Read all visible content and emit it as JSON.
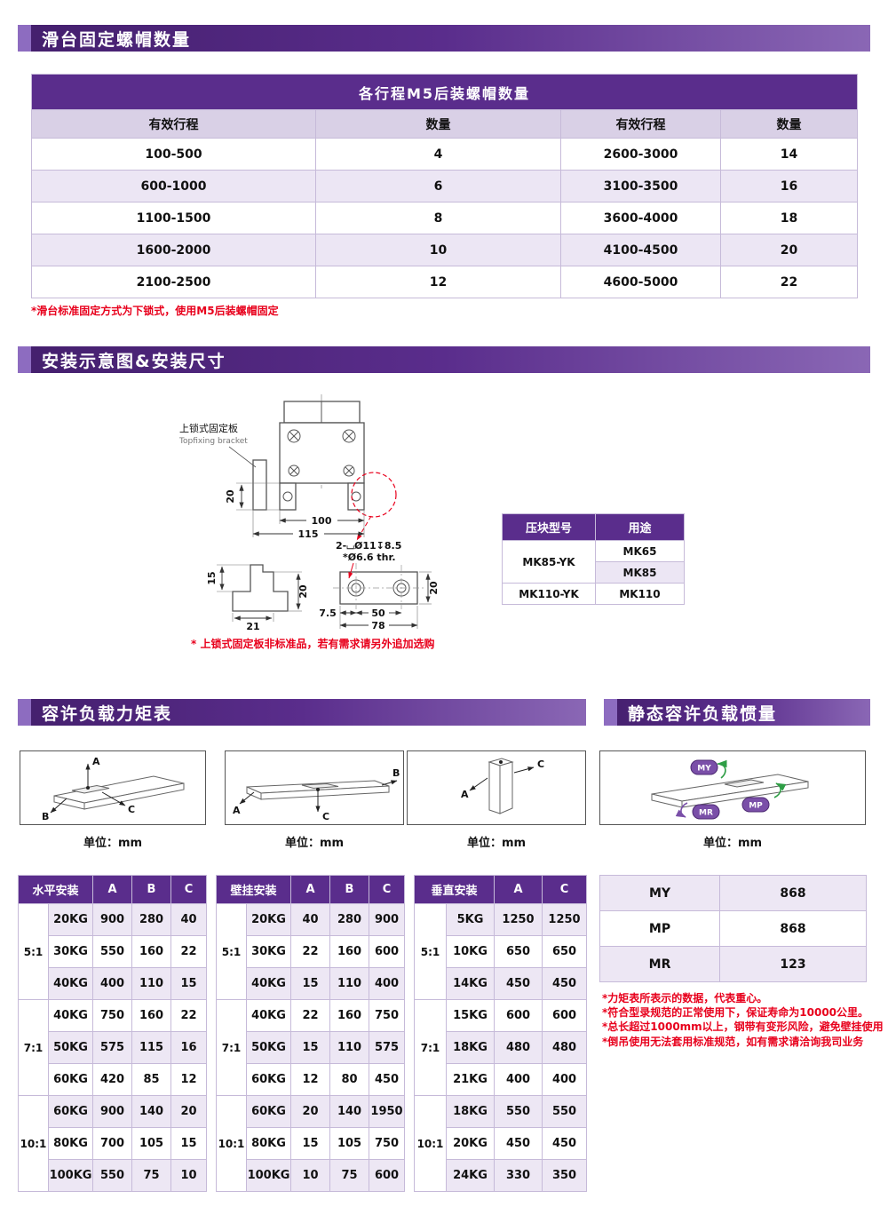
{
  "sections": {
    "nut_title": "滑台固定螺帽数量",
    "install_title": "安装示意图&安装尺寸",
    "moment_title": "容许负载力矩表",
    "inertia_title": "静态容许负载惯量"
  },
  "nut_table": {
    "title": "各行程M5后装螺帽数量",
    "columns": [
      "有效行程",
      "数量",
      "有效行程",
      "数量"
    ],
    "rows": [
      [
        "100-500",
        "4",
        "2600-3000",
        "14"
      ],
      [
        "600-1000",
        "6",
        "3100-3500",
        "16"
      ],
      [
        "1100-1500",
        "8",
        "3600-4000",
        "18"
      ],
      [
        "1600-2000",
        "10",
        "4100-4500",
        "20"
      ],
      [
        "2100-2500",
        "12",
        "4600-5000",
        "22"
      ]
    ],
    "note": "*滑台标准固定方式为下锁式，使用M5后装螺帽固定"
  },
  "install": {
    "bracket_label_cn": "上锁式固定板",
    "bracket_label_en": "Topfixing bracket",
    "dims": {
      "bracket_height": "20",
      "body_width": "100",
      "overall_width": "115",
      "lip_height": "15",
      "hook_height": "20",
      "hook_width": "21",
      "hole_offset": "7.5",
      "hole_pitch": "50",
      "plate_length": "78",
      "plate_width": "20",
      "counterbore": "2-⌴Ø11↧8.5",
      "through_hole": "*Ø6.6 thr."
    },
    "note": "* 上锁式固定板非标准品，若有需求请另外追加选购",
    "block_table": {
      "columns": [
        "压块型号",
        "用途"
      ],
      "rows": [
        {
          "model": "MK85-YK",
          "uses": [
            "MK65",
            "MK85"
          ]
        },
        {
          "model": "MK110-YK",
          "uses": [
            "MK110"
          ]
        }
      ]
    }
  },
  "load_section": {
    "unit_label": "单位：mm",
    "axis_labels": {
      "a": "A",
      "b": "B",
      "c": "C"
    },
    "moment_labels": [
      "MY",
      "MP",
      "MR"
    ],
    "tables": [
      {
        "header": [
          "水平安装",
          "A",
          "B",
          "C"
        ],
        "groups": [
          {
            "ratio": "5:1",
            "rows": [
              [
                "20KG",
                "900",
                "280",
                "40"
              ],
              [
                "30KG",
                "550",
                "160",
                "22"
              ],
              [
                "40KG",
                "400",
                "110",
                "15"
              ]
            ]
          },
          {
            "ratio": "7:1",
            "rows": [
              [
                "40KG",
                "750",
                "160",
                "22"
              ],
              [
                "50KG",
                "575",
                "115",
                "16"
              ],
              [
                "60KG",
                "420",
                "85",
                "12"
              ]
            ]
          },
          {
            "ratio": "10:1",
            "rows": [
              [
                "60KG",
                "900",
                "140",
                "20"
              ],
              [
                "80KG",
                "700",
                "105",
                "15"
              ],
              [
                "100KG",
                "550",
                "75",
                "10"
              ]
            ]
          }
        ]
      },
      {
        "header": [
          "壁挂安装",
          "A",
          "B",
          "C"
        ],
        "groups": [
          {
            "ratio": "5:1",
            "rows": [
              [
                "20KG",
                "40",
                "280",
                "900"
              ],
              [
                "30KG",
                "22",
                "160",
                "600"
              ],
              [
                "40KG",
                "15",
                "110",
                "400"
              ]
            ]
          },
          {
            "ratio": "7:1",
            "rows": [
              [
                "40KG",
                "22",
                "160",
                "750"
              ],
              [
                "50KG",
                "15",
                "110",
                "575"
              ],
              [
                "60KG",
                "12",
                "80",
                "450"
              ]
            ]
          },
          {
            "ratio": "10:1",
            "rows": [
              [
                "60KG",
                "20",
                "140",
                "1950"
              ],
              [
                "80KG",
                "15",
                "105",
                "750"
              ],
              [
                "100KG",
                "10",
                "75",
                "600"
              ]
            ]
          }
        ]
      },
      {
        "header": [
          "垂直安装",
          "A",
          "C"
        ],
        "groups": [
          {
            "ratio": "5:1",
            "rows": [
              [
                "5KG",
                "1250",
                "1250"
              ],
              [
                "10KG",
                "650",
                "650"
              ],
              [
                "14KG",
                "450",
                "450"
              ]
            ]
          },
          {
            "ratio": "7:1",
            "rows": [
              [
                "15KG",
                "600",
                "600"
              ],
              [
                "18KG",
                "480",
                "480"
              ],
              [
                "21KG",
                "400",
                "400"
              ]
            ]
          },
          {
            "ratio": "10:1",
            "rows": [
              [
                "18KG",
                "550",
                "550"
              ],
              [
                "20KG",
                "450",
                "450"
              ],
              [
                "24KG",
                "330",
                "350"
              ]
            ]
          }
        ]
      }
    ],
    "inertia_table": {
      "rows": [
        [
          "MY",
          "868"
        ],
        [
          "MP",
          "868"
        ],
        [
          "MR",
          "123"
        ]
      ]
    },
    "notes": [
      "*力矩表所表示的数据，代表重心。",
      "*符合型录规范的正常使用下，保证寿命为10000公里。",
      "*总长超过1000mm以上，钢带有变形风险，避免壁挂使用",
      "*倒吊使用无法套用标准规范，如有需求请洽询我司业务"
    ],
    "colors": {
      "accent_purple": "#5a2d8c",
      "note_red": "#e8001c",
      "arrow_green": "#2f9e46"
    }
  }
}
